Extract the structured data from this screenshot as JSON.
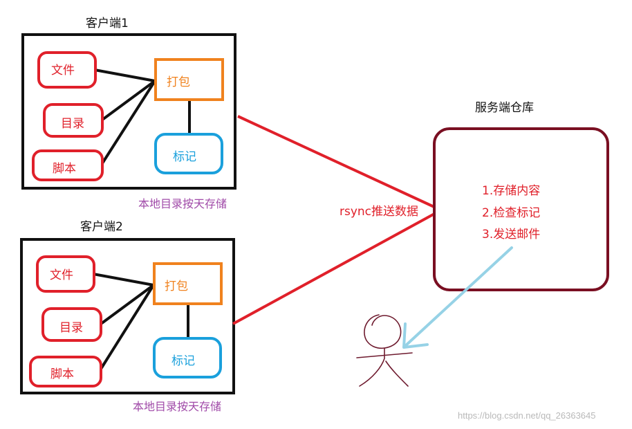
{
  "colors": {
    "box_black": "#111111",
    "item_red": "#e0202a",
    "pack_orange": "#f0821e",
    "mark_blue": "#1aa0dc",
    "storage_purple": "#a04aa8",
    "server_maroon": "#7a0f22",
    "arrow_lightblue": "#96d2e6",
    "person_maroon": "#6e1a2e"
  },
  "client1": {
    "title": "客户端1",
    "file": "文件",
    "dir": "目录",
    "script": "脚本",
    "pack": "打包",
    "mark": "标记",
    "storage_note": "本地目录按天存储"
  },
  "client2": {
    "title": "客户端2",
    "file": "文件",
    "dir": "目录",
    "script": "脚本",
    "pack": "打包",
    "mark": "标记",
    "storage_note": "本地目录按天存储"
  },
  "transfer_label": "rsync推送数据",
  "server": {
    "title": "服务端仓库",
    "steps": [
      "1.存储内容",
      "2.检查标记",
      "3.发送邮件"
    ]
  },
  "icons": {
    "person": "person-stick-figure-icon",
    "arrow": "arrow-down-left-icon"
  },
  "watermark": "https://blog.csdn.net/qq_26363645"
}
